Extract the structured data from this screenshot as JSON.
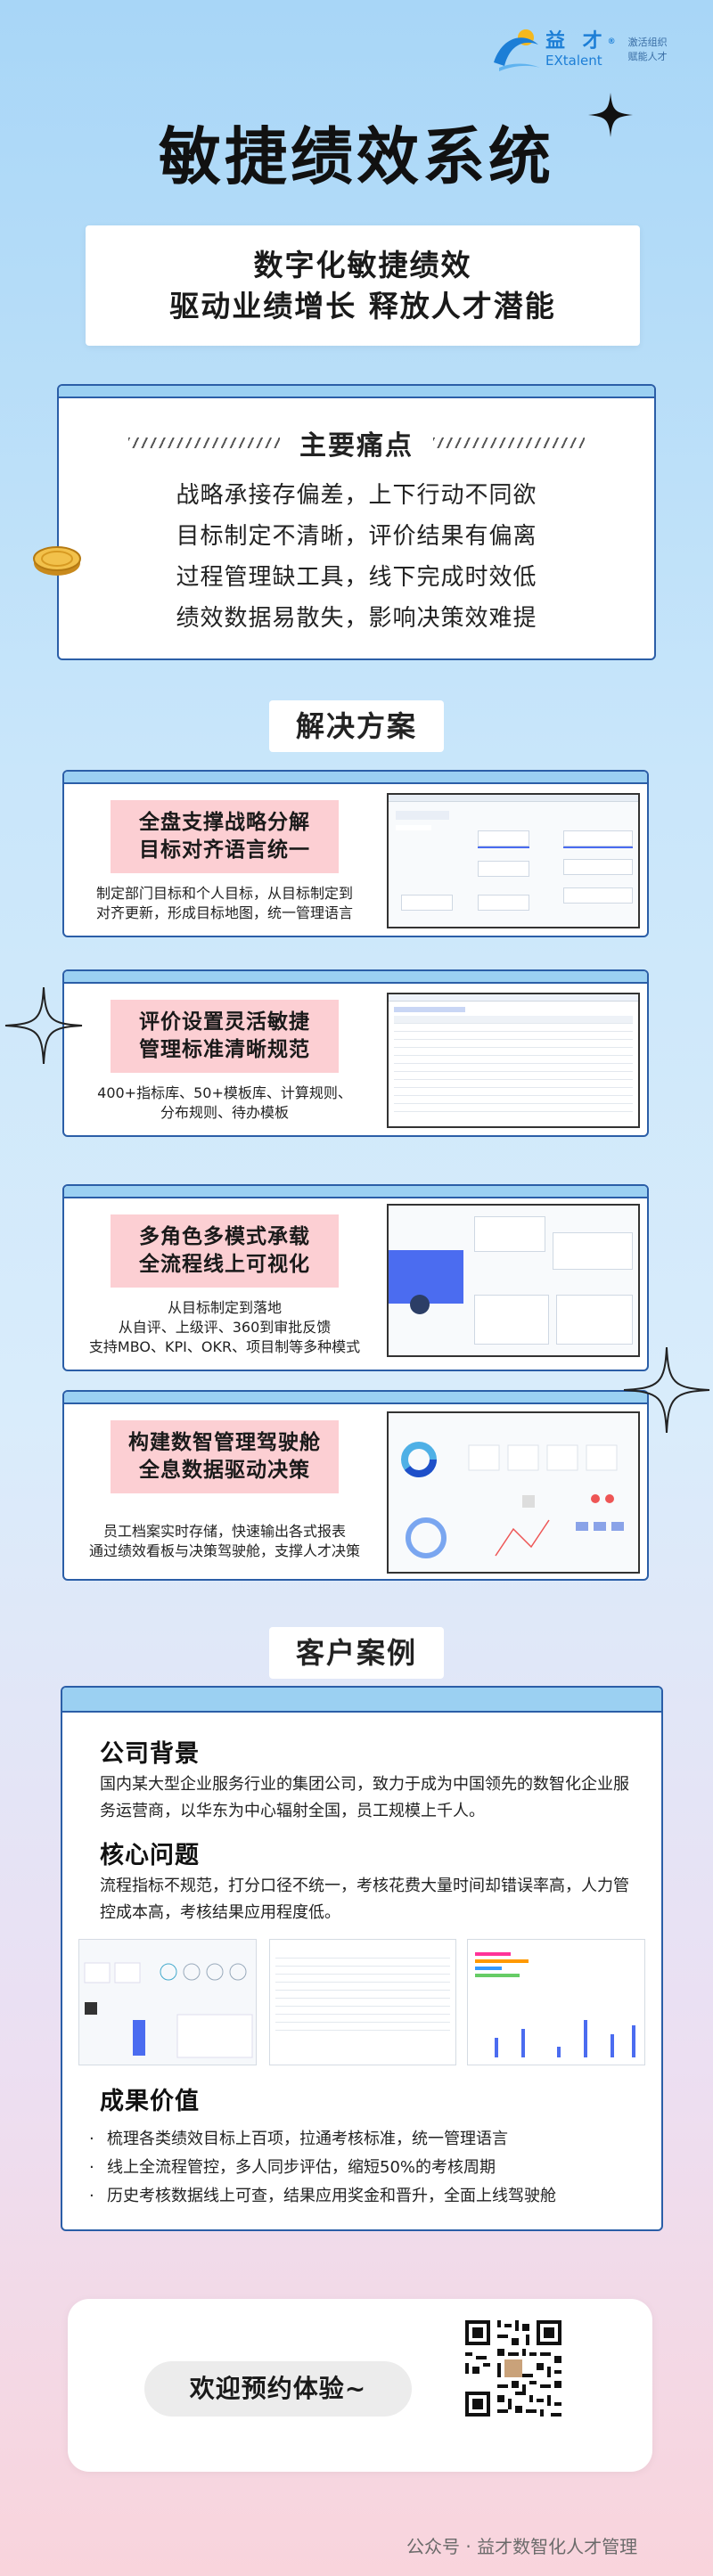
{
  "brand": {
    "name_cn": "益 才",
    "name_en": "EXtalent",
    "registered": "®",
    "slogan_line1": "激活组织",
    "slogan_line2": "赋能人才"
  },
  "hero": {
    "title": "敏捷绩效系统",
    "subtitle_line1": "数字化敏捷绩效",
    "subtitle_line2": "驱动业绩增长 释放人才潜能"
  },
  "pain_points": {
    "title": "主要痛点",
    "items": [
      "战略承接存偏差，上下行动不同欲",
      "目标制定不清晰，评价结果有偏离",
      "过程管理缺工具，线下完成时效低",
      "绩效数据易散失，影响决策效难提"
    ]
  },
  "solutions": {
    "title": "解决方案",
    "cards": [
      {
        "tag_line1": "全盘支撑战略分解",
        "tag_line2": "目标对齐语言统一",
        "desc_lines": [
          "制定部门目标和个人目标，从目标制定到",
          "对齐更新，形成目标地图，统一管理语言"
        ]
      },
      {
        "tag_line1": "评价设置灵活敏捷",
        "tag_line2": "管理标准清晰规范",
        "desc_lines": [
          "400+指标库、50+模板库、计算规则、",
          "分布规则、待办模板"
        ]
      },
      {
        "tag_line1": "多角色多模式承载",
        "tag_line2": "全流程线上可视化",
        "desc_lines": [
          "从目标制定到落地",
          "从自评、上级评、360到审批反馈",
          "支持MBO、KPI、OKR、项目制等多种模式"
        ]
      },
      {
        "tag_line1": "构建数智管理驾驶舱",
        "tag_line2": "全息数据驱动决策",
        "desc_lines": [
          "员工档案实时存储，快速输出各式报表",
          "通过绩效看板与决策驾驶舱，支撑人才决策"
        ]
      }
    ]
  },
  "case": {
    "title": "客户案例",
    "background_title": "公司背景",
    "background_text": "国内某大型企业服务行业的集团公司，致力于成为中国领先的数智化企业服务运营商，以华东为中心辐射全国，员工规模上千人。",
    "problem_title": "核心问题",
    "problem_text": "流程指标不规范，打分口径不统一，考核花费大量时间却错误率高，人力管控成本高，考核结果应用程度低。",
    "result_title": "成果价值",
    "results": [
      "梳理各类绩效目标上百项，拉通考核标准，统一管理语言",
      "线上全流程管控，多人同步评估，缩短50%的考核周期",
      "历史考核数据线上可查，结果应用奖金和晋升，全面上线驾驶舱"
    ]
  },
  "cta": {
    "label": "欢迎预约体验~"
  },
  "footer": {
    "note": "公众号 · 益才数智化人才管理"
  },
  "colors": {
    "frame_blue": "#2b5ea7",
    "band_blue": "#9bd0f2",
    "tag_pink": "#fccfd3",
    "brand_blue": "#1c7ed6"
  }
}
